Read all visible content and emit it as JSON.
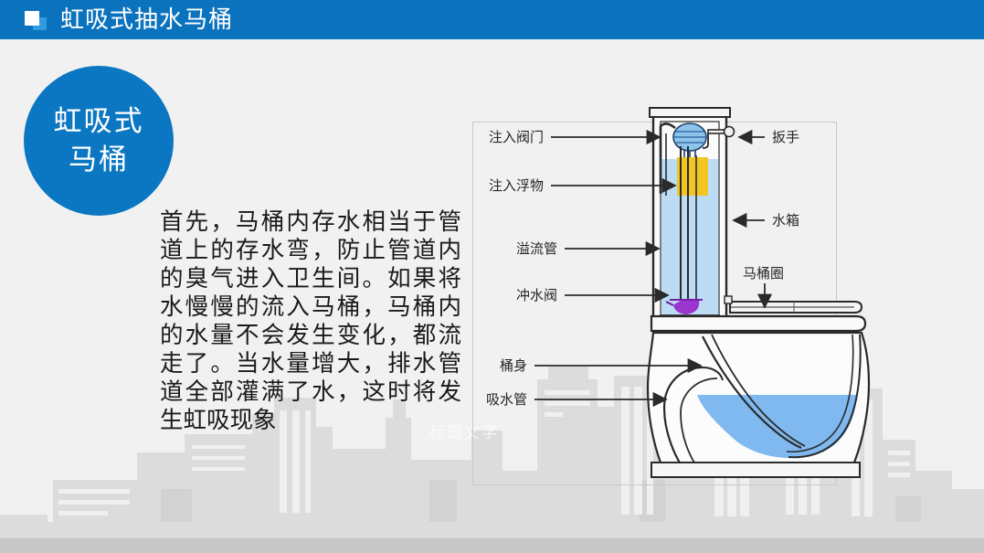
{
  "header": {
    "title": "虹吸式抽水马桶",
    "icon": "two-squares-logo",
    "bar_color": "#0b72bd"
  },
  "badge": {
    "line1": "虹吸式",
    "line2": "马桶",
    "color": "#0b77c2"
  },
  "body": {
    "paragraph": "首先，马桶内存水相当于管道上的存水弯，防止管道内的臭气进入卫生间。如果将水慢慢的流入马桶，马桶内的水量不会发生变化，都流走了。当水量增大，排水管道全部灌满了水，这时将发生虹吸现象"
  },
  "watermark": {
    "text": "标题文字"
  },
  "diagram": {
    "title": "siphon-toilet-cutaway",
    "labels_left": [
      {
        "id": "fill-valve",
        "text": "注入阀门"
      },
      {
        "id": "fill-float",
        "text": "注入浮物"
      },
      {
        "id": "overflow-tube",
        "text": "溢流管"
      },
      {
        "id": "flush-valve",
        "text": "冲水阀"
      },
      {
        "id": "bowl-body",
        "text": "桶身"
      },
      {
        "id": "siphon-tube",
        "text": "吸水管"
      }
    ],
    "labels_right": [
      {
        "id": "handle",
        "text": "扳手"
      },
      {
        "id": "tank",
        "text": "水箱"
      },
      {
        "id": "toilet-seat",
        "text": "马桶圈"
      }
    ],
    "colors": {
      "water": "#7fb9ef",
      "tank_water": "#bcdcf5",
      "float": "#f2c521",
      "flush_valve": "#9b35cf",
      "fill_valve": "#6fb5e8",
      "outline": "#2a2a2a",
      "frame": "#c9c9c9"
    }
  }
}
